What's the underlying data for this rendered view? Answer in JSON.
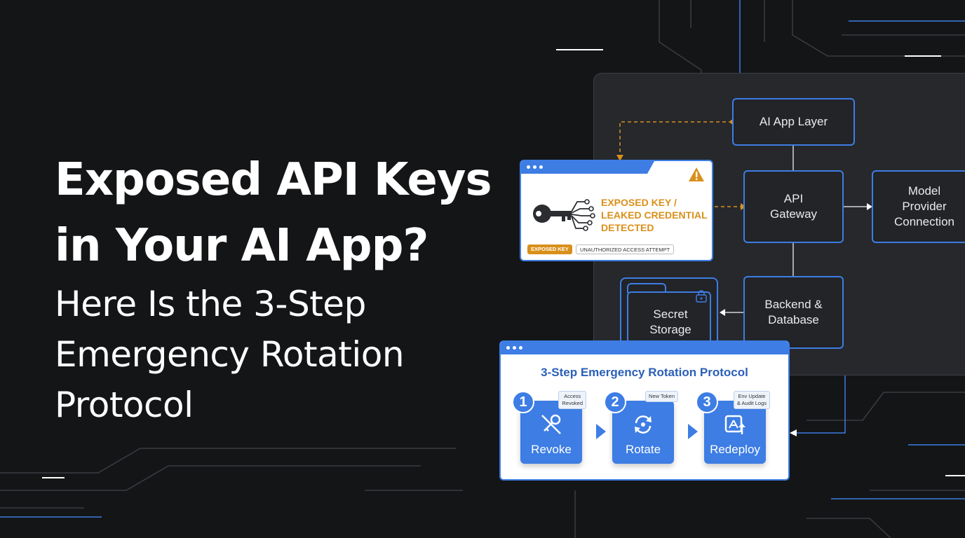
{
  "headline": {
    "line1": "Exposed API Keys",
    "line2": "in Your AI App?",
    "line3": "Here Is the 3-Step",
    "line4": "Emergency Rotation",
    "line5": "Protocol"
  },
  "diagram": {
    "nodes": {
      "ai_app_layer": "AI App Layer",
      "api_gateway": [
        "API",
        "Gateway"
      ],
      "model_provider": [
        "Model",
        "Provider",
        "Connection"
      ],
      "backend": [
        "Backend &",
        "Database"
      ],
      "secret_storage": [
        "Secret",
        "Storage"
      ]
    }
  },
  "alert": {
    "lines": [
      "EXPOSED KEY /",
      "LEAKED CREDENTIAL",
      "DETECTED"
    ],
    "badge_exposed": "EXPOSED KEY",
    "badge_unauth": "UNAUTHORIZED ACCESS ATTEMPT"
  },
  "protocol": {
    "title": "3-Step Emergency Rotation Protocol",
    "steps": [
      {
        "num": "1",
        "label": "Revoke",
        "tag": [
          "Access",
          "Revoked"
        ],
        "icon": "key-slash-icon"
      },
      {
        "num": "2",
        "label": "Rotate",
        "tag": [
          "New Token"
        ],
        "icon": "rotate-icon"
      },
      {
        "num": "3",
        "label": "Redeploy",
        "tag": [
          "Env Update",
          "& Audit Logs"
        ],
        "icon": "deploy-icon"
      }
    ]
  },
  "colors": {
    "background": "#141517",
    "accent_blue": "#3d7de4",
    "warning_orange": "#d9901b",
    "panel": "#26282c"
  }
}
